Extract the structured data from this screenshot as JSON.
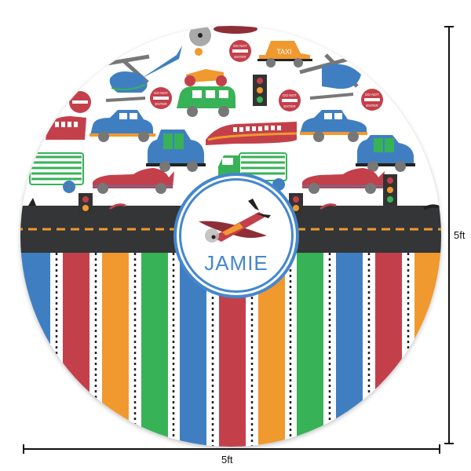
{
  "product": {
    "type": "round area rug",
    "personalized_name": "JAMIE",
    "pattern": "transportation vehicles with stripes"
  },
  "dimensions": {
    "width_label": "5ft",
    "height_label": "5ft"
  },
  "pattern_elements": {
    "sign_text_top": "DO NOT",
    "sign_text_bottom": "ENTER",
    "taxi_text": "TAXI",
    "icons": [
      "helicopter-icon",
      "scooter-icon",
      "taxi-icon",
      "traffic-light-icon",
      "do-not-enter-sign-icon",
      "car-icon",
      "bus-icon",
      "train-icon",
      "truck-icon",
      "race-car-icon",
      "airplane-icon"
    ]
  },
  "colors": {
    "blue": "#3f7fc1",
    "red": "#c3404b",
    "orange": "#f0992f",
    "green": "#38b257",
    "road": "#333536",
    "road_dash": "#f0992f",
    "badge_ring": "#4487cd",
    "name_text": "#4487cd",
    "background": "#ffffff"
  },
  "stripes": [
    "blue",
    "red",
    "orange",
    "green",
    "blue",
    "red",
    "orange",
    "green",
    "blue",
    "red",
    "orange"
  ]
}
